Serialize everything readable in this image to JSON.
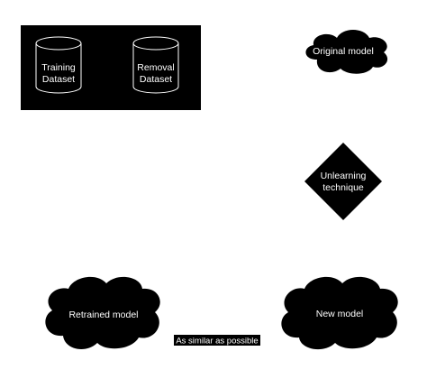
{
  "data_group": {
    "training_dataset": {
      "line1": "Training",
      "line2": "Dataset"
    },
    "removal_dataset": {
      "line1": "Removal",
      "line2": "Dataset"
    }
  },
  "original_model": "Original model",
  "unlearning_technique": {
    "line1": "Unlearning",
    "line2": "technique"
  },
  "retrained_model": "Retrained model",
  "new_model": "New model",
  "comparison_label": "As similar as possible",
  "colors": {
    "fill": "#000000",
    "stroke": "#ffffff",
    "text": "#ffffff",
    "background": "#ffffff"
  }
}
